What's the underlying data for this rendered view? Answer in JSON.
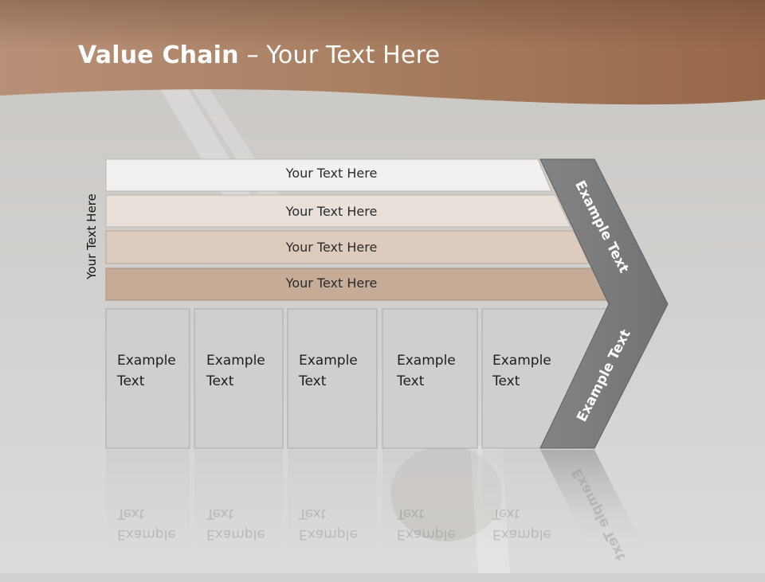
{
  "slide": {
    "title_bold": "Value Chain",
    "title_rest": " – Your Text Here",
    "side_label": "Your Text Here",
    "bands": [
      {
        "label": "Your Text Here",
        "color": "#f3f1ef"
      },
      {
        "label": "Your Text Here",
        "color": "#e8e0d9"
      },
      {
        "label": "Your Text Here",
        "color": "#ddcbbe"
      },
      {
        "label": "Your Text Here",
        "color": "#c6ab97"
      }
    ],
    "boxes": [
      {
        "line1": "Example",
        "line2": "Text"
      },
      {
        "line1": "Example",
        "line2": "Text"
      },
      {
        "line1": "Example",
        "line2": "Text"
      },
      {
        "line1": "Example",
        "line2": "Text"
      },
      {
        "line1": "Example",
        "line2": "Text"
      }
    ],
    "chevron_top": "Example Text",
    "chevron_bottom": "Example Text"
  },
  "colors": {
    "header_brown": "#a47a5d",
    "chevron_gray": "#7b7b7b",
    "box_gray": "#cfcfcf",
    "background": "#d3d1cf"
  }
}
